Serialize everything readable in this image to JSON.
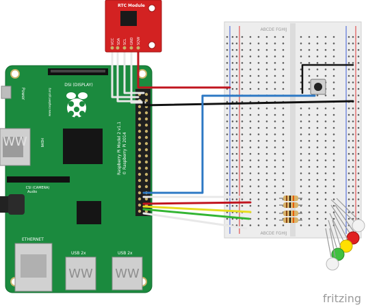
{
  "rtc": {
    "title": "RTC Module",
    "pins": [
      "VCC",
      "SDA",
      "SCL",
      "GND",
      "SQW"
    ]
  },
  "pi": {
    "dsi_label": "DSI (DISPLAY)",
    "csi_label": "CSI (CAMERA)",
    "hdmi_label": "HDMI",
    "audio_label": "Audio",
    "power_label": "Power",
    "ethernet_label": "ETHERNET",
    "usb1_label": "USB 2x",
    "usb2_label": "USB 2x",
    "model_line1": "Raspberry Pi Model 2 v1.1",
    "model_line2": "© Raspberry Pi 2014",
    "small_url": "www.raspberrypi.org"
  },
  "breadboard": {
    "col_letters_top": "ABCDE FGHIJ",
    "col_letters_bottom": "ABCDE FGHIJ"
  },
  "watermark": "fritzing",
  "colors": {
    "pi_green": "#1b8a3e",
    "rtc_red": "#d32222",
    "wire_red": "#c0141e",
    "wire_black": "#111111",
    "wire_blue": "#2c78c4",
    "wire_yellow": "#e6dc20",
    "wire_green": "#33b533",
    "wire_white": "#e8e8e8",
    "led_red": "#e02020",
    "led_yellow": "#ffe000",
    "led_green": "#40c040",
    "led_white": "#f2f2f2"
  }
}
